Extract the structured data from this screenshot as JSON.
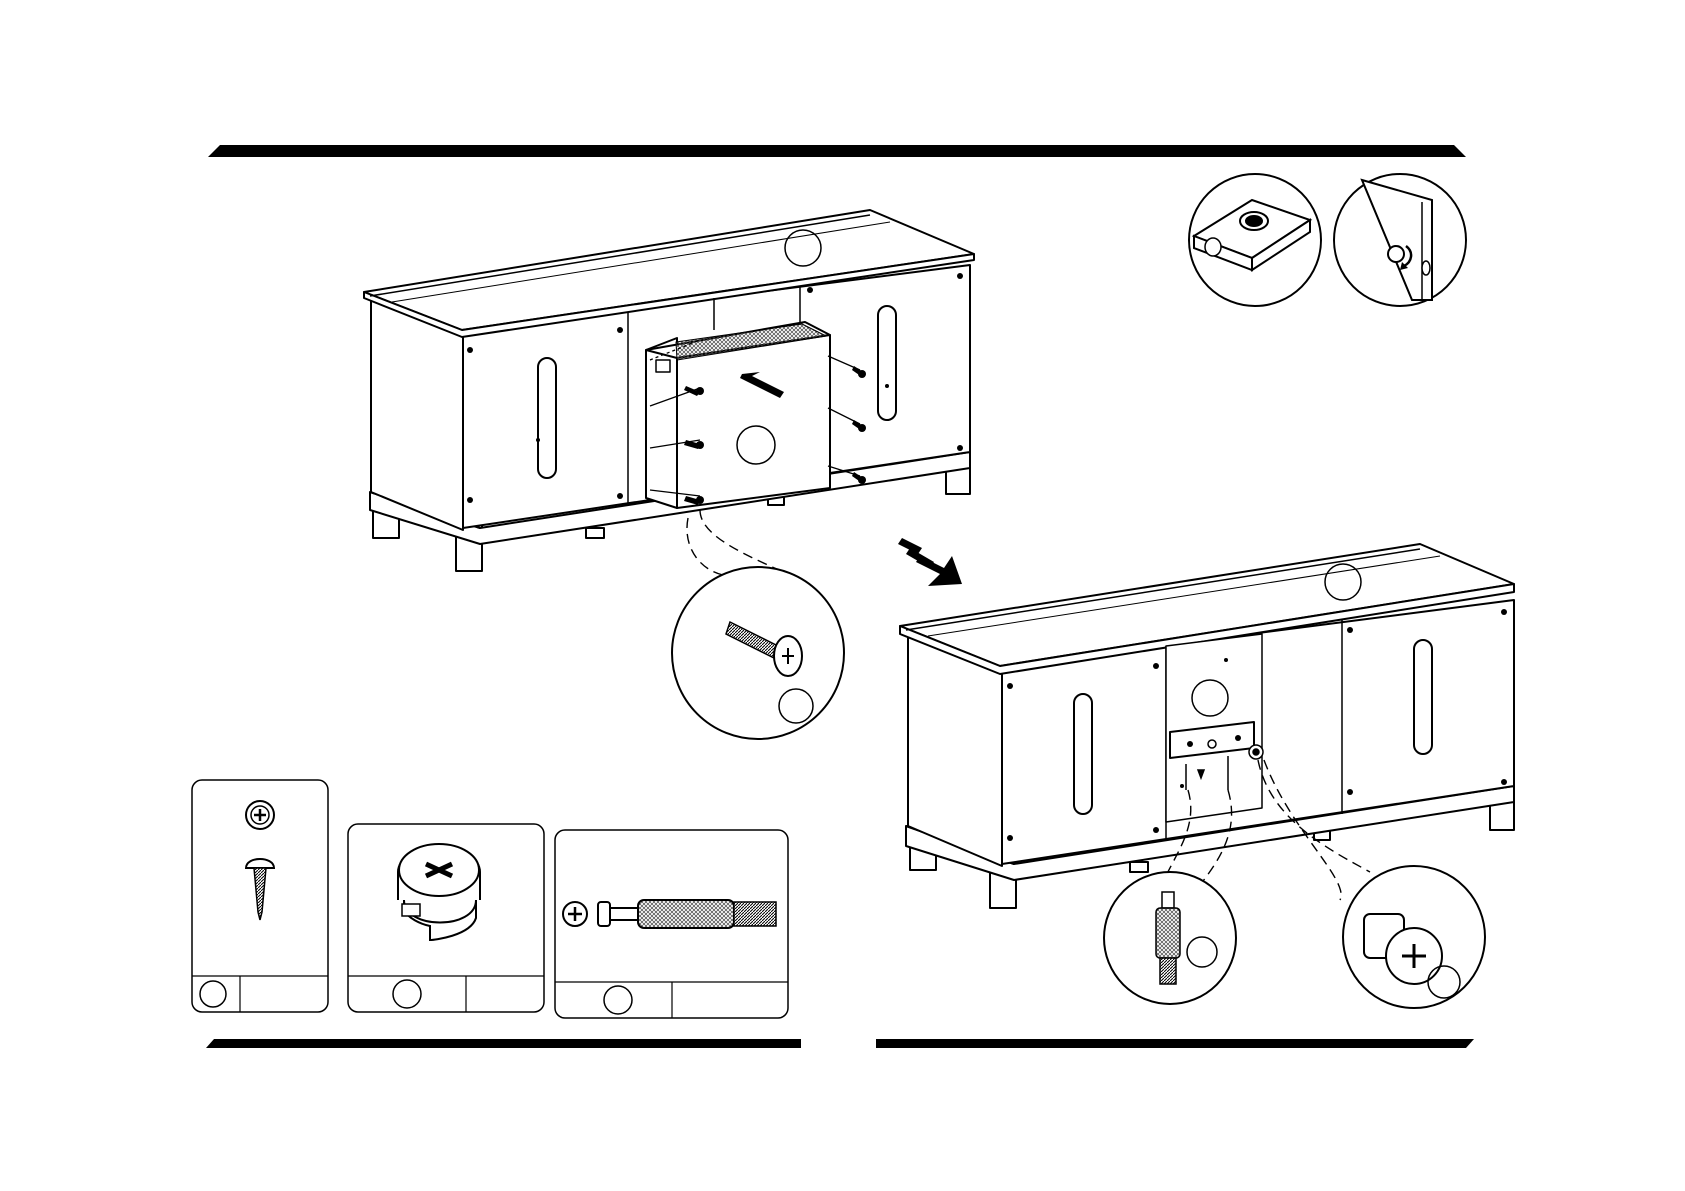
{
  "title": "",
  "step": "",
  "parts": [
    {
      "id": "screw",
      "icon": "phillips-screw-icon",
      "label": "",
      "quantity": ""
    },
    {
      "id": "cam-lock",
      "icon": "cam-lock-icon",
      "label": "",
      "quantity": ""
    },
    {
      "id": "cam-bolt",
      "icon": "cam-bolt-icon",
      "label": "",
      "quantity": ""
    }
  ],
  "callouts": {
    "cabinet-top": "",
    "back-panel": "",
    "screw-detail": "",
    "assembled-top": "",
    "assembled-back": "",
    "cam-bolt-detail": "",
    "cam-lock-detail": ""
  },
  "colors": {
    "ink": "#000000",
    "paper": "#ffffff",
    "mesh": "#777777"
  }
}
